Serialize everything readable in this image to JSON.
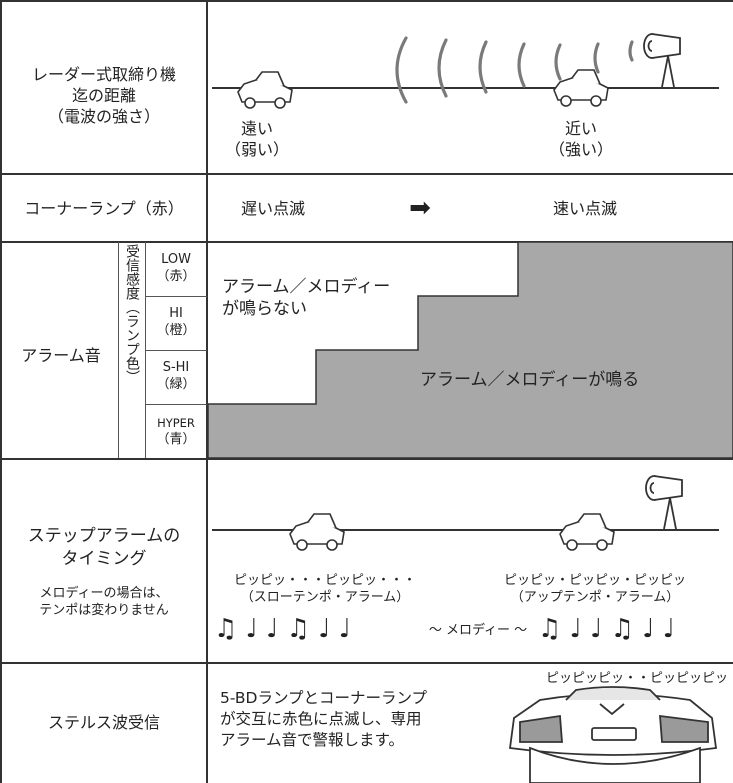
{
  "rows": {
    "distance": {
      "label": "レーダー式取締り機\n迄の距離\n（電波の強さ）",
      "far": "遠い\n（弱い）",
      "near": "近い\n（強い）"
    },
    "corner_lamp": {
      "label": "コーナーランプ（赤）",
      "slow": "遅い点滅",
      "fast": "速い点滅",
      "arrow": "➡"
    },
    "alarm": {
      "label": "アラーム音",
      "sensitivity_label": "受信感度（ランプ色）",
      "levels": [
        {
          "name": "LOW",
          "color": "（赤）"
        },
        {
          "name": "HI",
          "color": "（橙）"
        },
        {
          "name": "S-HI",
          "color": "（緑）"
        },
        {
          "name": "HYPER",
          "color": "（青）"
        }
      ],
      "no_sound": "アラーム／メロディー\nが鳴らない",
      "sound": "アラーム／メロディーが鳴る"
    },
    "step_alarm": {
      "label": "ステップアラームの\nタイミング",
      "note": "メロディーの場合は、\nテンポは変わりません",
      "slow_beep": "ピッピッ・・・ピッピッ・・・",
      "slow_desc": "（スローテンポ・アラーム）",
      "fast_beep": "ピッピッ・ピッピッ・ピッピッ",
      "fast_desc": "（アップテンポ・アラーム）",
      "melody": "〜 メロディー 〜",
      "notes_left": "♫ ♩ ♩ ♫ ♩ ♩",
      "notes_right": "♫ ♩ ♩ ♫ ♩ ♩"
    },
    "stealth": {
      "label": "ステルス波受信",
      "desc": "5-BDランプとコーナーランプ\nが交互に赤色に点滅し、専用\nアラーム音で警報します。",
      "beep": "ピッピッピッ・・ピッピッピッ"
    }
  },
  "colors": {
    "gray_area": "#a8a8a8",
    "line": "#333333",
    "wave": "#7a7a7a"
  }
}
